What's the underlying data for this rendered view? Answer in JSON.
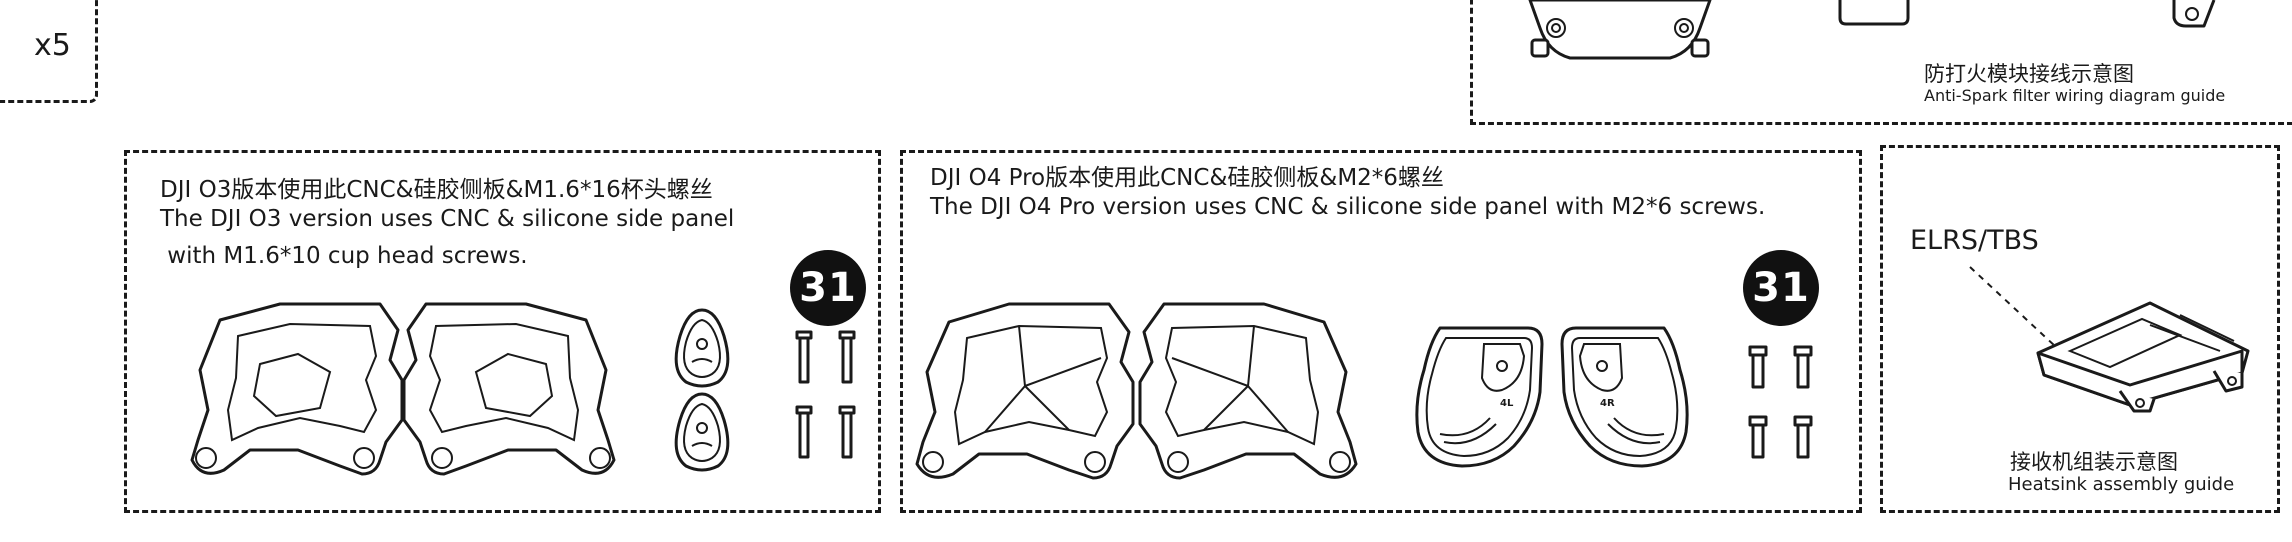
{
  "top_left": {
    "quantity_label": "x5"
  },
  "anti_spark": {
    "title_cn": "防打火模块接线示意图",
    "title_en": "Anti-Spark filter wiring diagram guide"
  },
  "o3_panel": {
    "line1": "DJI O3版本使用此CNC&硅胶侧板&M1.6*16杯头螺丝",
    "line2": "The DJI O3 version uses CNC & silicone side panel",
    "line3": " with M1.6*10 cup head screws.",
    "badge": "31"
  },
  "o4_panel": {
    "line1": "DJI O4 Pro版本使用此CNC&硅胶侧板&M2*6螺丝",
    "line2": "The DJI O4 Pro version uses CNC & silicone side panel with M2*6 screws.",
    "badge": "31",
    "left_plate_label": "4L",
    "right_plate_label": "4R"
  },
  "heatsink": {
    "receiver_label": "ELRS/TBS",
    "title_cn": "接收机组装示意图",
    "title_en": "Heatsink assembly guide"
  }
}
